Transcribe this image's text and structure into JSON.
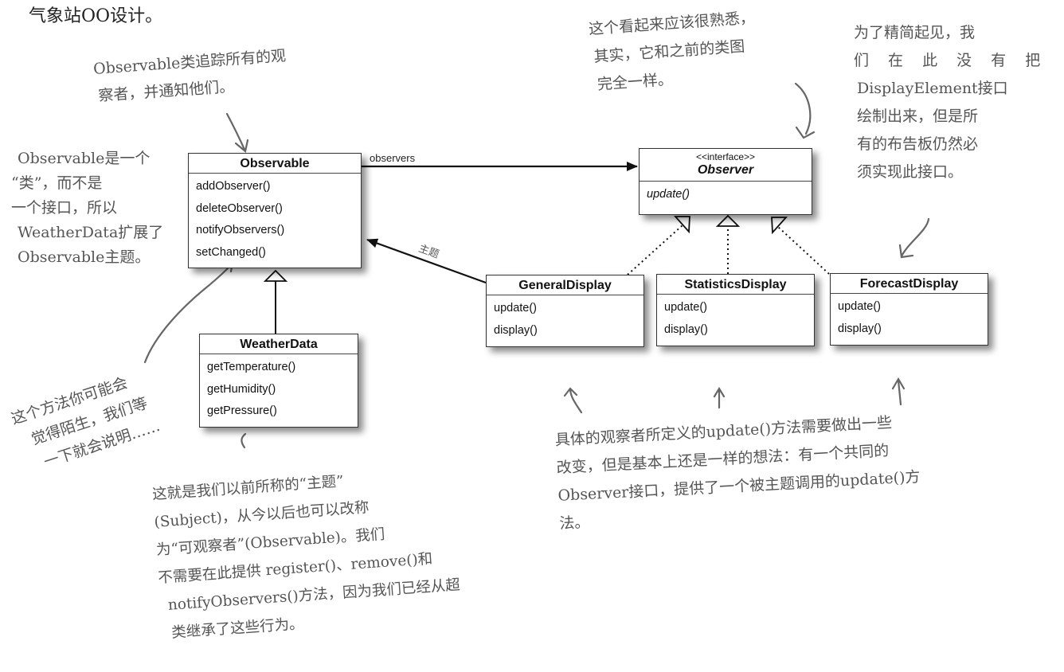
{
  "title": "气象站OO设计。",
  "classes": {
    "observable": {
      "name": "Observable",
      "methods": [
        "addObserver()",
        "deleteObserver()",
        "notifyObservers()",
        "setChanged()"
      ]
    },
    "weather_data": {
      "name": "WeatherData",
      "methods": [
        "getTemperature()",
        "getHumidity()",
        "getPressure()"
      ]
    },
    "observer": {
      "stereotype": "<<interface>>",
      "name": "Observer",
      "methods": [
        "update()"
      ]
    },
    "general_display": {
      "name": "GeneralDisplay",
      "methods": [
        "update()",
        "display()"
      ]
    },
    "statistics_display": {
      "name": "StatisticsDisplay",
      "methods": [
        "update()",
        "display()"
      ]
    },
    "forecast_display": {
      "name": "ForecastDisplay",
      "methods": [
        "update()",
        "display()"
      ]
    }
  },
  "relations": {
    "observers_label": "observers",
    "subject_label": "主题"
  },
  "notes": {
    "observable_tracks": [
      "Observable类追踪所有的观",
      "察者，并通知他们。"
    ],
    "observable_is_class": [
      "Observable是一个",
      "“类”，而不是",
      "一个接口，所以",
      "WeatherData扩展了",
      "Observable主题。"
    ],
    "method_unfamiliar": [
      "这个方法你可能会",
      "觉得陌生，我们等",
      "一下就会说明……"
    ],
    "subject_renamed": [
      "这就是我们以前所称的“主题”",
      "(Subject)，从今以后也可以改称",
      "为“可观察者”(Observable)。我们",
      "不需要在此提供 register()、remove()和",
      "notifyObservers()方法，因为我们已经从超",
      "类继承了这些行为。"
    ],
    "looks_familiar": [
      "这个看起来应该很熟悉，",
      "其实，它和之前的类图",
      "完全一样。"
    ],
    "display_element": [
      "为了精简起见，我",
      "们 在 此 没 有 把",
      "DisplayElement接口",
      "绘制出来，但是所",
      "有的布告板仍然必",
      "须实现此接口。"
    ],
    "update_changes": [
      "具体的观察者所定义的update()方法需要做出一些",
      "改变，但是基本上还是一样的想法：有一个共同的",
      "Observer接口，提供了一个被主题调用的update()方",
      "法。"
    ]
  }
}
